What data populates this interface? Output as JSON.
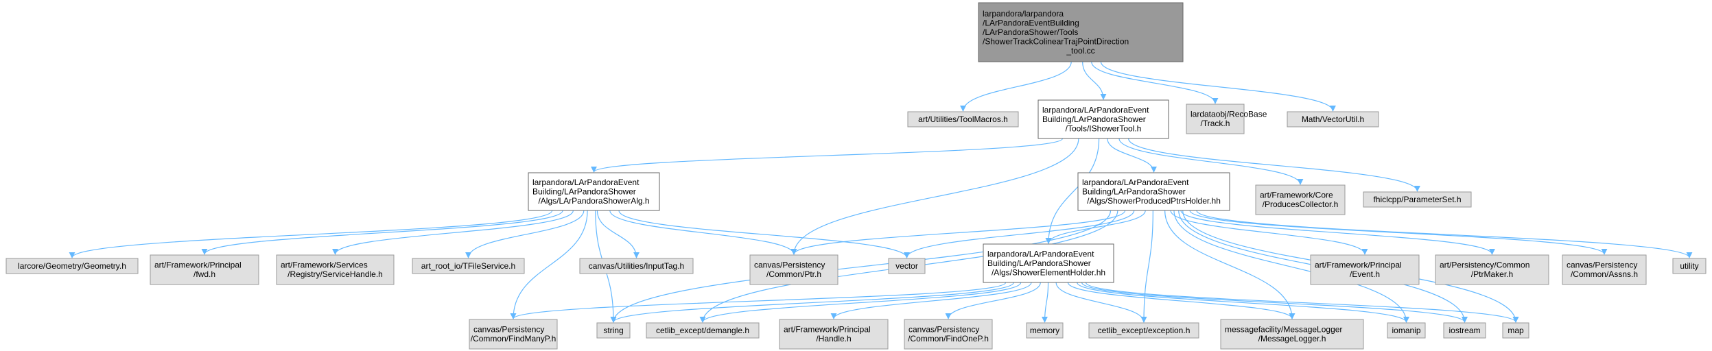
{
  "colors": {
    "edge": "#63b8ff",
    "root_fill": "#999999",
    "root_border": "#666666",
    "local_fill": "#ffffff",
    "local_border": "#666666",
    "external_fill": "#e0e0e0",
    "external_border": "#999999"
  },
  "nodes": [
    {
      "id": "root",
      "kind": "root",
      "lines": [
        "larpandora/larpandora",
        "/LArPandoraEventBuilding",
        "/LArPandoraShower/Tools",
        "/ShowerTrackColinearTrajPointDirection",
        "_tool.cc"
      ]
    },
    {
      "id": "toolmacros",
      "kind": "external",
      "lines": [
        "art/Utilities/ToolMacros.h"
      ]
    },
    {
      "id": "ishowertool",
      "kind": "local",
      "lines": [
        "larpandora/LArPandoraEvent",
        "Building/LArPandoraShower",
        "/Tools/IShowerTool.h"
      ]
    },
    {
      "id": "track",
      "kind": "external",
      "lines": [
        "lardataobj/RecoBase",
        "/Track.h"
      ]
    },
    {
      "id": "vectorutil",
      "kind": "external",
      "lines": [
        "Math/VectorUtil.h"
      ]
    },
    {
      "id": "showeralg",
      "kind": "local",
      "lines": [
        "larpandora/LArPandoraEvent",
        "Building/LArPandoraShower",
        "/Algs/LArPandoraShowerAlg.h"
      ]
    },
    {
      "id": "ptrsholder",
      "kind": "local",
      "lines": [
        "larpandora/LArPandoraEvent",
        "Building/LArPandoraShower",
        "/Algs/ShowerProducedPtrsHolder.hh"
      ]
    },
    {
      "id": "producescollector",
      "kind": "external",
      "lines": [
        "art/Framework/Core",
        "/ProducesCollector.h"
      ]
    },
    {
      "id": "parameterset",
      "kind": "external",
      "lines": [
        "fhiclcpp/ParameterSet.h"
      ]
    },
    {
      "id": "geometry",
      "kind": "external",
      "lines": [
        "larcore/Geometry/Geometry.h"
      ]
    },
    {
      "id": "fwd",
      "kind": "external",
      "lines": [
        "art/Framework/Principal",
        "/fwd.h"
      ]
    },
    {
      "id": "servicehandle",
      "kind": "external",
      "lines": [
        "art/Framework/Services",
        "/Registry/ServiceHandle.h"
      ]
    },
    {
      "id": "tfileservice",
      "kind": "external",
      "lines": [
        "art_root_io/TFileService.h"
      ]
    },
    {
      "id": "inputtag",
      "kind": "external",
      "lines": [
        "canvas/Utilities/InputTag.h"
      ]
    },
    {
      "id": "ptr",
      "kind": "external",
      "lines": [
        "canvas/Persistency",
        "/Common/Ptr.h"
      ]
    },
    {
      "id": "vector",
      "kind": "external",
      "lines": [
        "vector"
      ]
    },
    {
      "id": "elementholder",
      "kind": "local",
      "lines": [
        "larpandora/LArPandoraEvent",
        "Building/LArPandoraShower",
        "/Algs/ShowerElementHolder.hh"
      ]
    },
    {
      "id": "event",
      "kind": "external",
      "lines": [
        "art/Framework/Principal",
        "/Event.h"
      ]
    },
    {
      "id": "ptrmaker",
      "kind": "external",
      "lines": [
        "art/Persistency/Common",
        "/PtrMaker.h"
      ]
    },
    {
      "id": "assns",
      "kind": "external",
      "lines": [
        "canvas/Persistency",
        "/Common/Assns.h"
      ]
    },
    {
      "id": "utility",
      "kind": "external",
      "lines": [
        "utility"
      ]
    },
    {
      "id": "findmanyp",
      "kind": "external",
      "lines": [
        "canvas/Persistency",
        "/Common/FindManyP.h"
      ]
    },
    {
      "id": "string",
      "kind": "external",
      "lines": [
        "string"
      ]
    },
    {
      "id": "demangle",
      "kind": "external",
      "lines": [
        "cetlib_except/demangle.h"
      ]
    },
    {
      "id": "handle",
      "kind": "external",
      "lines": [
        "art/Framework/Principal",
        "/Handle.h"
      ]
    },
    {
      "id": "findonep",
      "kind": "external",
      "lines": [
        "canvas/Persistency",
        "/Common/FindOneP.h"
      ]
    },
    {
      "id": "memory",
      "kind": "external",
      "lines": [
        "memory"
      ]
    },
    {
      "id": "exception",
      "kind": "external",
      "lines": [
        "cetlib_except/exception.h"
      ]
    },
    {
      "id": "messagelogger",
      "kind": "external",
      "lines": [
        "messagefacility/MessageLogger",
        "/MessageLogger.h"
      ]
    },
    {
      "id": "iomanip",
      "kind": "external",
      "lines": [
        "iomanip"
      ]
    },
    {
      "id": "iostream",
      "kind": "external",
      "lines": [
        "iostream"
      ]
    },
    {
      "id": "map",
      "kind": "external",
      "lines": [
        "map"
      ]
    }
  ],
  "edges": [
    [
      "root",
      "toolmacros"
    ],
    [
      "root",
      "ishowertool"
    ],
    [
      "root",
      "track"
    ],
    [
      "root",
      "vectorutil"
    ],
    [
      "ishowertool",
      "showeralg"
    ],
    [
      "ishowertool",
      "ptrsholder"
    ],
    [
      "ishowertool",
      "producescollector"
    ],
    [
      "ishowertool",
      "parameterset"
    ],
    [
      "ishowertool",
      "ptr"
    ],
    [
      "ishowertool",
      "elementholder"
    ],
    [
      "showeralg",
      "geometry"
    ],
    [
      "showeralg",
      "fwd"
    ],
    [
      "showeralg",
      "servicehandle"
    ],
    [
      "showeralg",
      "tfileservice"
    ],
    [
      "showeralg",
      "inputtag"
    ],
    [
      "showeralg",
      "ptr"
    ],
    [
      "showeralg",
      "vector"
    ],
    [
      "showeralg",
      "findmanyp"
    ],
    [
      "showeralg",
      "string"
    ],
    [
      "ptrsholder",
      "event"
    ],
    [
      "ptrsholder",
      "ptrmaker"
    ],
    [
      "ptrsholder",
      "assns"
    ],
    [
      "ptrsholder",
      "utility"
    ],
    [
      "ptrsholder",
      "ptr"
    ],
    [
      "ptrsholder",
      "vector"
    ],
    [
      "ptrsholder",
      "elementholder"
    ],
    [
      "ptrsholder",
      "string"
    ],
    [
      "ptrsholder",
      "demangle"
    ],
    [
      "ptrsholder",
      "exception"
    ],
    [
      "ptrsholder",
      "messagelogger"
    ],
    [
      "ptrsholder",
      "iomanip"
    ],
    [
      "ptrsholder",
      "iostream"
    ],
    [
      "ptrsholder",
      "map"
    ],
    [
      "elementholder",
      "findmanyp"
    ],
    [
      "elementholder",
      "string"
    ],
    [
      "elementholder",
      "demangle"
    ],
    [
      "elementholder",
      "handle"
    ],
    [
      "elementholder",
      "findonep"
    ],
    [
      "elementholder",
      "memory"
    ],
    [
      "elementholder",
      "exception"
    ],
    [
      "elementholder",
      "messagelogger"
    ],
    [
      "elementholder",
      "iomanip"
    ],
    [
      "elementholder",
      "iostream"
    ],
    [
      "elementholder",
      "map"
    ]
  ]
}
